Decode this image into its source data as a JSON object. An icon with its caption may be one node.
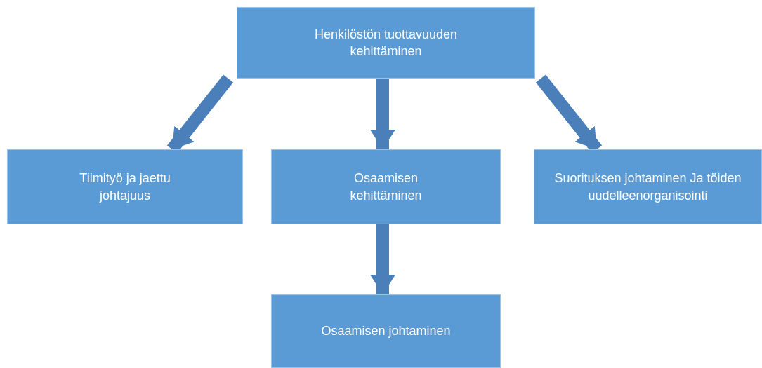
{
  "diagram": {
    "nodes": [
      {
        "text": [
          "Henkilöstön tuottavuuden kehittäminen"
        ]
      },
      {
        "text": [
          "Tiimityö ja jaettu johtajuus"
        ]
      },
      {
        "text": [
          "Osaamisen kehittäminen"
        ]
      },
      {
        "text": [
          "Suorituksen johtaminen Ja töiden uudelleenorganisointi"
        ]
      },
      {
        "text": [
          "Osaamisen johtaminen"
        ]
      }
    ],
    "edges": [
      {
        "from": 0,
        "to": 1,
        "arrow": "to"
      },
      {
        "from": 0,
        "to": 2,
        "arrow": "to"
      },
      {
        "from": 0,
        "to": 3,
        "arrow": "to"
      },
      {
        "from": 2,
        "to": 4,
        "arrow": "to"
      }
    ]
  }
}
